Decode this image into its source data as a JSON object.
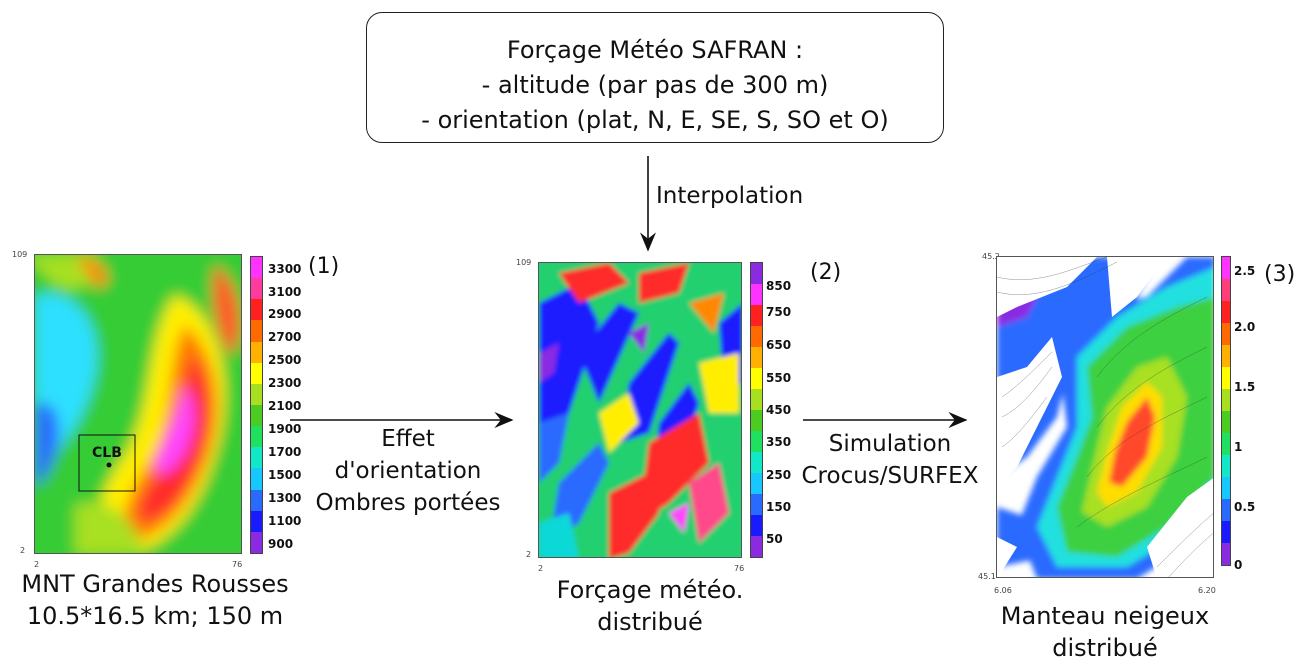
{
  "top_box": {
    "line1": "Forçage Météo SAFRAN :",
    "line2": "- altitude (par pas de 300 m)",
    "line3": "- orientation (plat, N, E, SE, S, SO et O)"
  },
  "arrow_labels": {
    "down": "Interpolation",
    "left_line1": "Effet",
    "left_line2": "d'orientation",
    "left_line3": "Ombres portées",
    "right_line1": "Simulation",
    "right_line2": "Crocus/SURFEX"
  },
  "panel1": {
    "number": "(1)",
    "caption_line1": "MNT Grandes Rousses",
    "caption_line2": "10.5*16.5 km; 150 m",
    "marker": "CLB",
    "axis_y_top": "109",
    "axis_y_bottom": "2",
    "axis_x_left": "2",
    "axis_x_right": "76",
    "ticks": [
      "3300",
      "3100",
      "2900",
      "2700",
      "2500",
      "2300",
      "2100",
      "1900",
      "1700",
      "1500",
      "1300",
      "1100",
      "900"
    ]
  },
  "panel2": {
    "number": "(2)",
    "caption_line1": "Forçage météo.",
    "caption_line2": "distribué",
    "axis_y_top": "109",
    "axis_y_bottom": "2",
    "axis_x_left": "2",
    "axis_x_right": "76",
    "ticks": [
      "850",
      "750",
      "650",
      "550",
      "450",
      "350",
      "250",
      "150",
      "50"
    ]
  },
  "panel3": {
    "number": "(3)",
    "caption_line1": "Manteau neigeux",
    "caption_line2": "distribué",
    "axis_y_top": "45.2",
    "axis_y_bottom": "45.1",
    "axis_x_left": "6.06",
    "axis_x_right": "6.20",
    "ticks": [
      "2.5",
      "2.0",
      "1.5",
      "1",
      "0.5",
      "0"
    ]
  },
  "colors": {
    "rainbow": [
      "#8a2be2",
      "#1a1aff",
      "#2a6bff",
      "#17c8ff",
      "#10e8c8",
      "#20e060",
      "#4ccc20",
      "#a8e020",
      "#ffff00",
      "#ffb000",
      "#ff6a00",
      "#ff2020",
      "#ff3c7c",
      "#ff33ff"
    ]
  }
}
